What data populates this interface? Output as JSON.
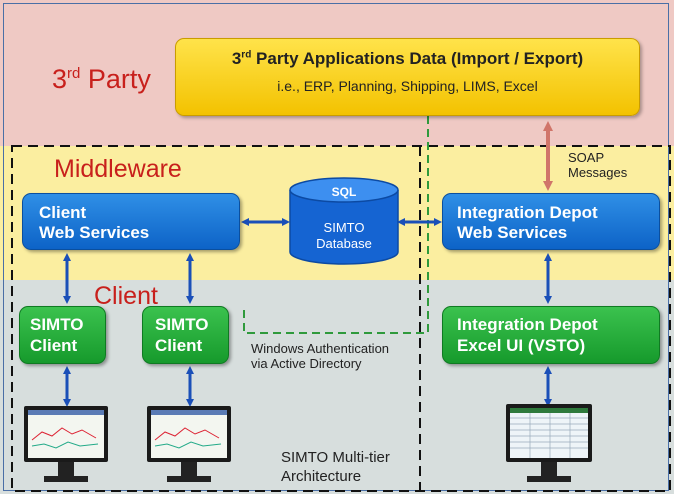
{
  "layers": {
    "third_party": "3rd Party",
    "middleware": "Middleware",
    "client": "Client"
  },
  "third_party_box": {
    "title": "3rd Party Applications Data (Import / Export)",
    "subtitle": "i.e., ERP, Planning, Shipping, LIMS, Excel"
  },
  "client_web_services": {
    "line1": "Client",
    "line2": "Web Services"
  },
  "database": {
    "tag": "SQL",
    "line1": "SIMTO",
    "line2": "Database"
  },
  "integration_depot_ws": {
    "line1": "Integration Depot",
    "line2": "Web Services"
  },
  "simto_client_1": {
    "line1": "SIMTO",
    "line2": "Client"
  },
  "simto_client_2": {
    "line1": "SIMTO",
    "line2": "Client"
  },
  "integration_depot_excel": {
    "line1": "Integration Depot",
    "line2": "Excel  UI (VSTO)"
  },
  "soap": {
    "line1": "SOAP",
    "line2": "Messages"
  },
  "windows_auth": {
    "line1": "Windows Authentication",
    "line2": "via Active Directory"
  },
  "architecture": {
    "line1": "SIMTO Multi-tier",
    "line2": "Architecture"
  },
  "colors": {
    "third_party_band": "#efc9c4",
    "middleware_band": "#fbeea0",
    "client_band": "#d7dedd",
    "blue_box": "#1472d8",
    "green_box": "#24ad3a",
    "yellow_box": "#f8d21c",
    "layer_label": "#c8201c",
    "arrow_blue": "#1a4fb8",
    "arrow_soap": "#d0756a",
    "dashed_green": "#2f9a3c"
  }
}
